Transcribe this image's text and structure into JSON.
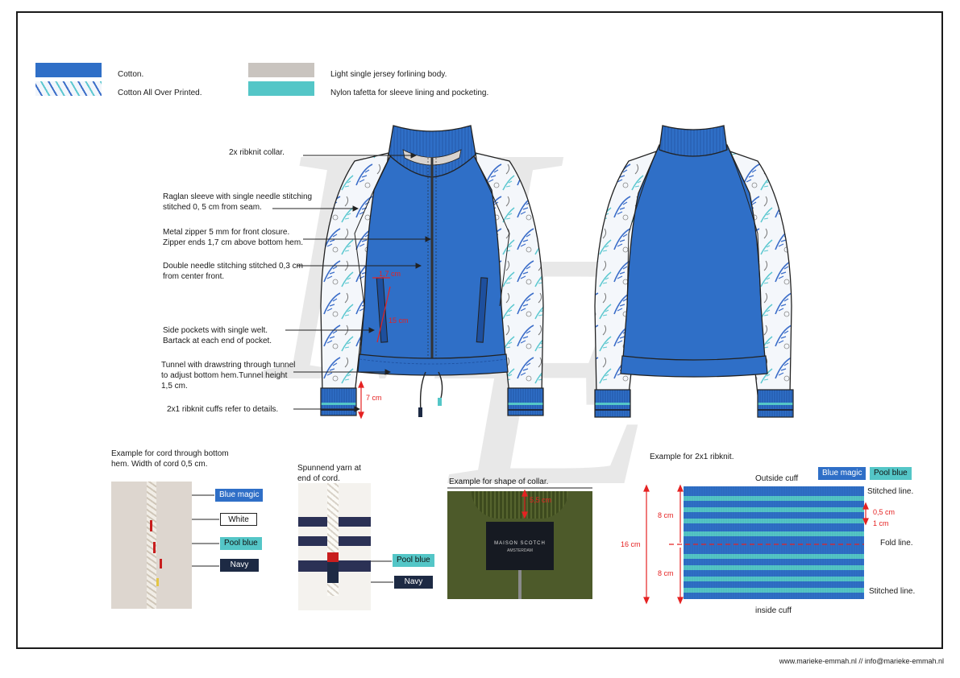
{
  "legend": {
    "cotton": "Cotton.",
    "cotton_aop": "Cotton All Over Printed.",
    "jersey": "Light single jersey forlining body.",
    "tafetta": "Nylon tafetta for sleeve lining and pocketing."
  },
  "annotations": {
    "collar": "2x ribknit collar.",
    "raglan": "Raglan sleeve with single needle stitching stitched 0, 5 cm from seam.",
    "zipper": "Metal zipper 5 mm for front closure. Zipper ends 1,7 cm above bottom hem.",
    "double_needle": "Double needle stitching stitched 0,3 cm from center front.",
    "pockets": "Side pockets with single welt. Bartack at each end of pocket.",
    "tunnel": "Tunnel with drawstring through tunnel to adjust bottom hem.Tunnel height 1,5 cm.",
    "cuffs": "2x1 ribknit cuffs refer to details."
  },
  "measurements": {
    "pocket_top": "1,7 cm",
    "pocket_len": "15 cm",
    "cuff_height": "7 cm",
    "collar_height": "5,5 cm",
    "total": "16 cm",
    "half_a": "8 cm",
    "half_b": "8 cm",
    "stripe_a": "0,5 cm",
    "stripe_b": "1 cm"
  },
  "cord_section": {
    "title": "Example for cord through bottom hem. Width of cord 0,5 cm.",
    "tags": [
      "Blue magic",
      "White",
      "Pool blue",
      "Navy"
    ]
  },
  "yarn_section": {
    "title": "Spunnend yarn at end of cord.",
    "tags": [
      "Pool blue",
      "Navy"
    ]
  },
  "collar_section": {
    "title": "Example for shape of collar.",
    "label_line1": "MAISON SCOTCH",
    "label_line2": "AMSTERDAM"
  },
  "rib_section": {
    "title": "Example for 2x1 ribknit.",
    "outside": "Outside cuff",
    "inside": "inside cuff",
    "tag_blue": "Blue magic",
    "tag_pool": "Pool blue",
    "stitched_top": "Stitched line.",
    "fold": "Fold line.",
    "stitched_bottom": "Stitched line."
  },
  "colors": {
    "blue_magic": "#2f6fc7",
    "pool_blue": "#54c6c7",
    "navy": "#1d2a44",
    "measure_red": "#e52222",
    "jersey_grey": "#c9c4bf"
  },
  "footer": "www.marieke-emmah.nl // info@marieke-emmah.nl"
}
